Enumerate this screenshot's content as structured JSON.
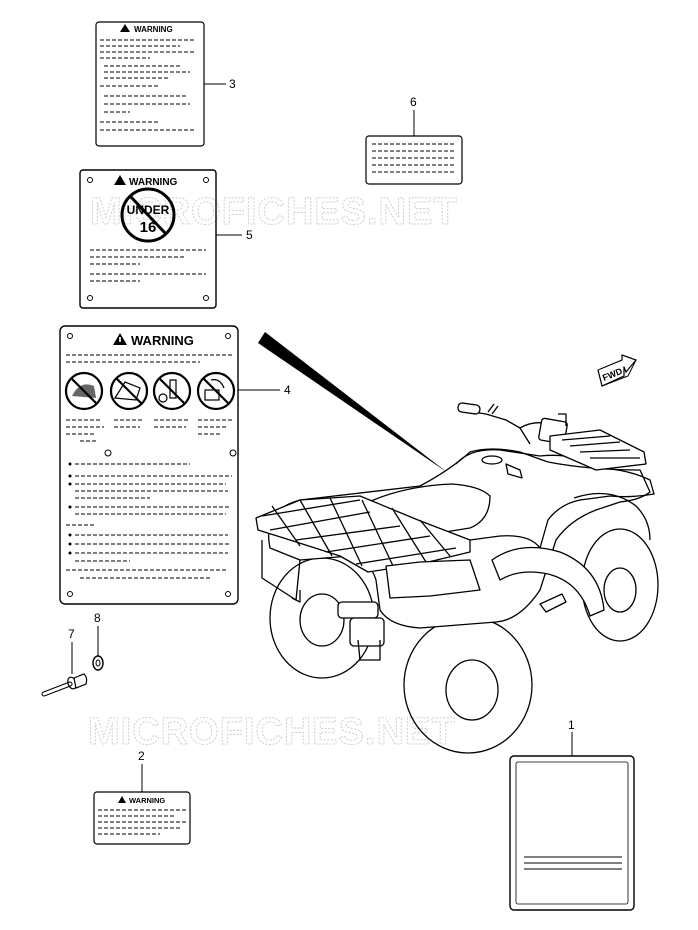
{
  "watermark": "MICROFICHES.NET",
  "labels": {
    "warning": "WARNING",
    "under": "UNDER",
    "age": "16",
    "fwd": "FWD"
  },
  "callouts": [
    "1",
    "2",
    "3",
    "4",
    "5",
    "6",
    "7",
    "8"
  ]
}
